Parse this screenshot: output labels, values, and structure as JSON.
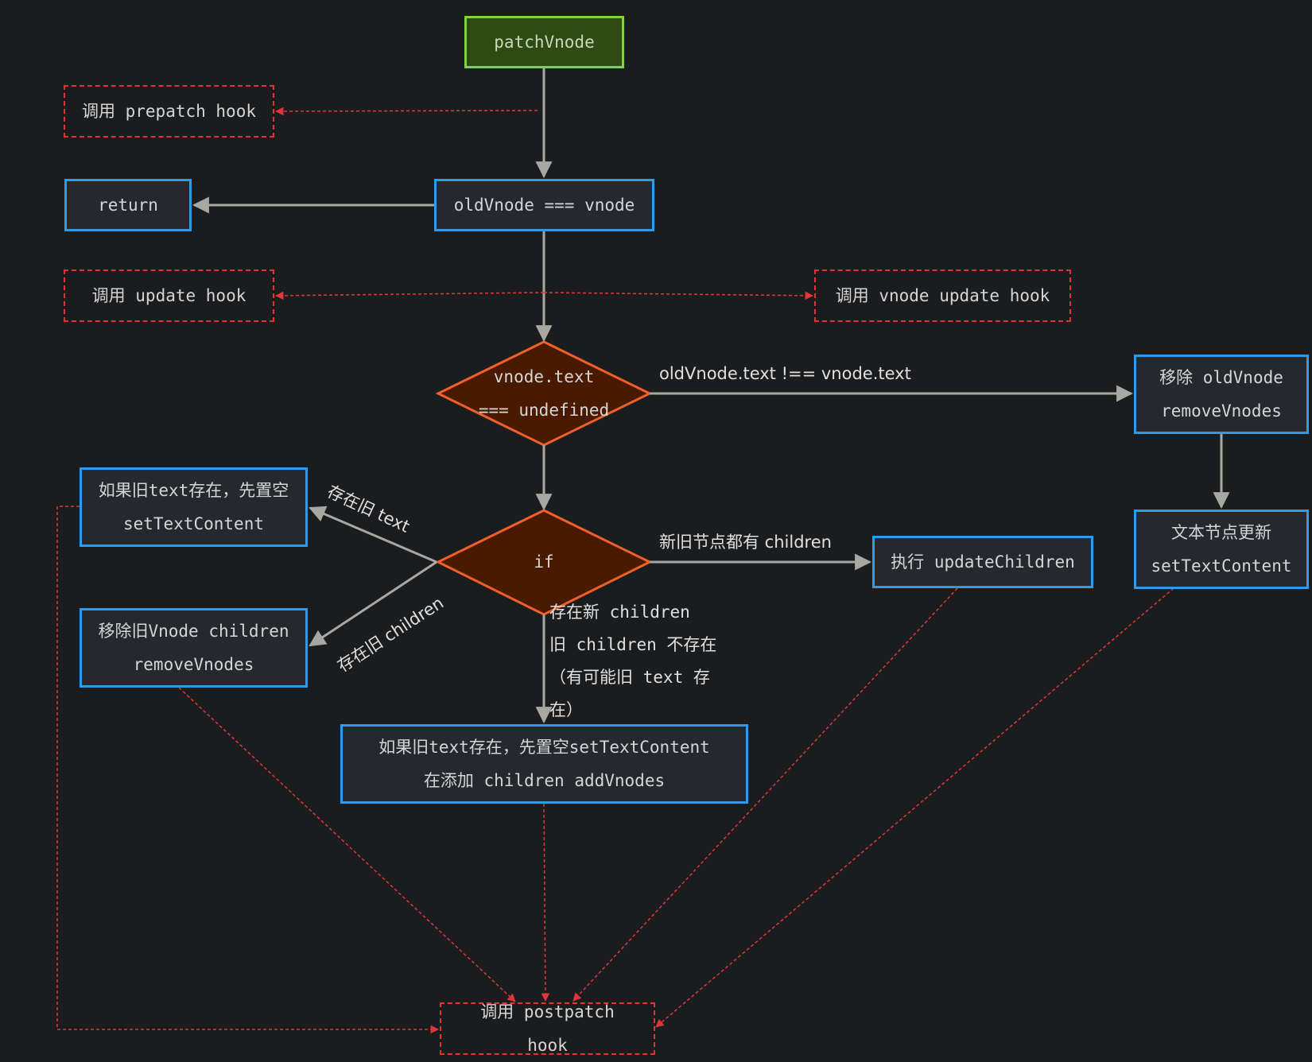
{
  "nodes": {
    "start": "patchVnode",
    "prepatch": "调用 prepatch hook",
    "return": "return",
    "equal": "oldVnode === vnode",
    "update_hook": "调用 update hook",
    "vnode_update_hook": "调用 vnode update hook",
    "text_cond_line1": "vnode.text",
    "text_cond_line2": "=== undefined",
    "remove_old_line1": "移除 oldVnode",
    "remove_old_line2": "removeVnodes",
    "text_update_line1": "文本节点更新",
    "text_update_line2": "setTextContent",
    "if": "if",
    "clear_text_line1": "如果旧text存在，先置空",
    "clear_text_line2": "setTextContent",
    "remove_children_line1": "移除旧Vnode children",
    "remove_children_line2": "removeVnodes",
    "update_children": "执行 updateChildren",
    "add_line1": "如果旧text存在，先置空setTextContent",
    "add_line2": "在添加 children addVnodes",
    "postpatch_line1": "调用 postpatch",
    "postpatch_line2": "hook"
  },
  "edges": {
    "text_ne": "oldVnode.text !== vnode.text",
    "has_old_text": "存在旧 text",
    "has_old_children": "存在旧 children",
    "both_children": "新旧节点都有 children",
    "new_children_line1": "存在新 children",
    "new_children_line2": "旧 children 不存在",
    "new_children_line3": "（有可能旧 text 存",
    "new_children_line4": "在）"
  },
  "colors": {
    "background": "#1b1c1e",
    "node_border": "#2f9ae8",
    "node_fill": "#25282c",
    "start_border": "#7dd43c",
    "start_fill": "#2f4a12",
    "diamond_border": "#f0612a",
    "diamond_fill": "#4a1a00",
    "arrow": "#a9a7a2",
    "dashed_arrow": "#e0363a"
  }
}
